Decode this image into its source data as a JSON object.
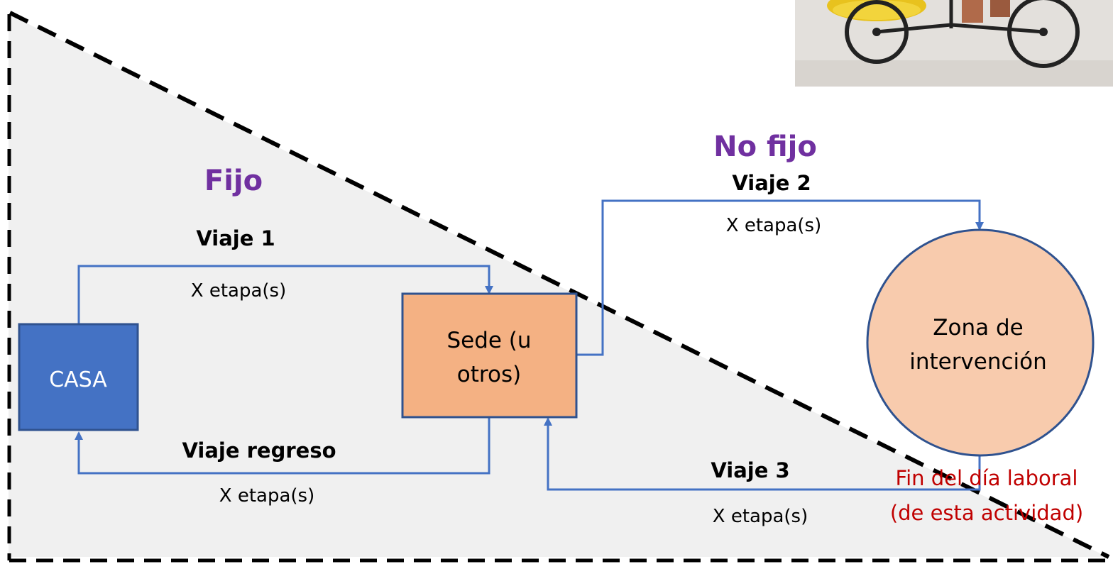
{
  "zones": {
    "fixed_label": "Fijo",
    "nonfixed_label": "No fijo"
  },
  "nodes": {
    "home": "CASA",
    "office_line1": "Sede (u",
    "office_line2": "otros)",
    "zone_line1": "Zona de",
    "zone_line2": "intervención"
  },
  "trips": {
    "trip1": {
      "title": "Viaje 1",
      "stages": "X etapa(s)"
    },
    "trip2": {
      "title": "Viaje 2",
      "stages": "X etapa(s)"
    },
    "trip3": {
      "title": "Viaje 3",
      "stages": "X etapa(s)"
    },
    "return": {
      "title": "Viaje regreso",
      "stages": "X etapa(s)"
    }
  },
  "end_note": {
    "line1": "Fin del día laboral",
    "line2": "(de esta actividad)"
  },
  "photo": {
    "subject": "tricycle-photo"
  },
  "colors": {
    "purple": "#7030a0",
    "blue_box": "#4472c4",
    "orange_box": "#f4b183",
    "peach_circle": "#f8cbad",
    "arrow_blue": "#4472c4",
    "red_note": "#c00000",
    "triangle_fill": "#f0f0f0"
  }
}
